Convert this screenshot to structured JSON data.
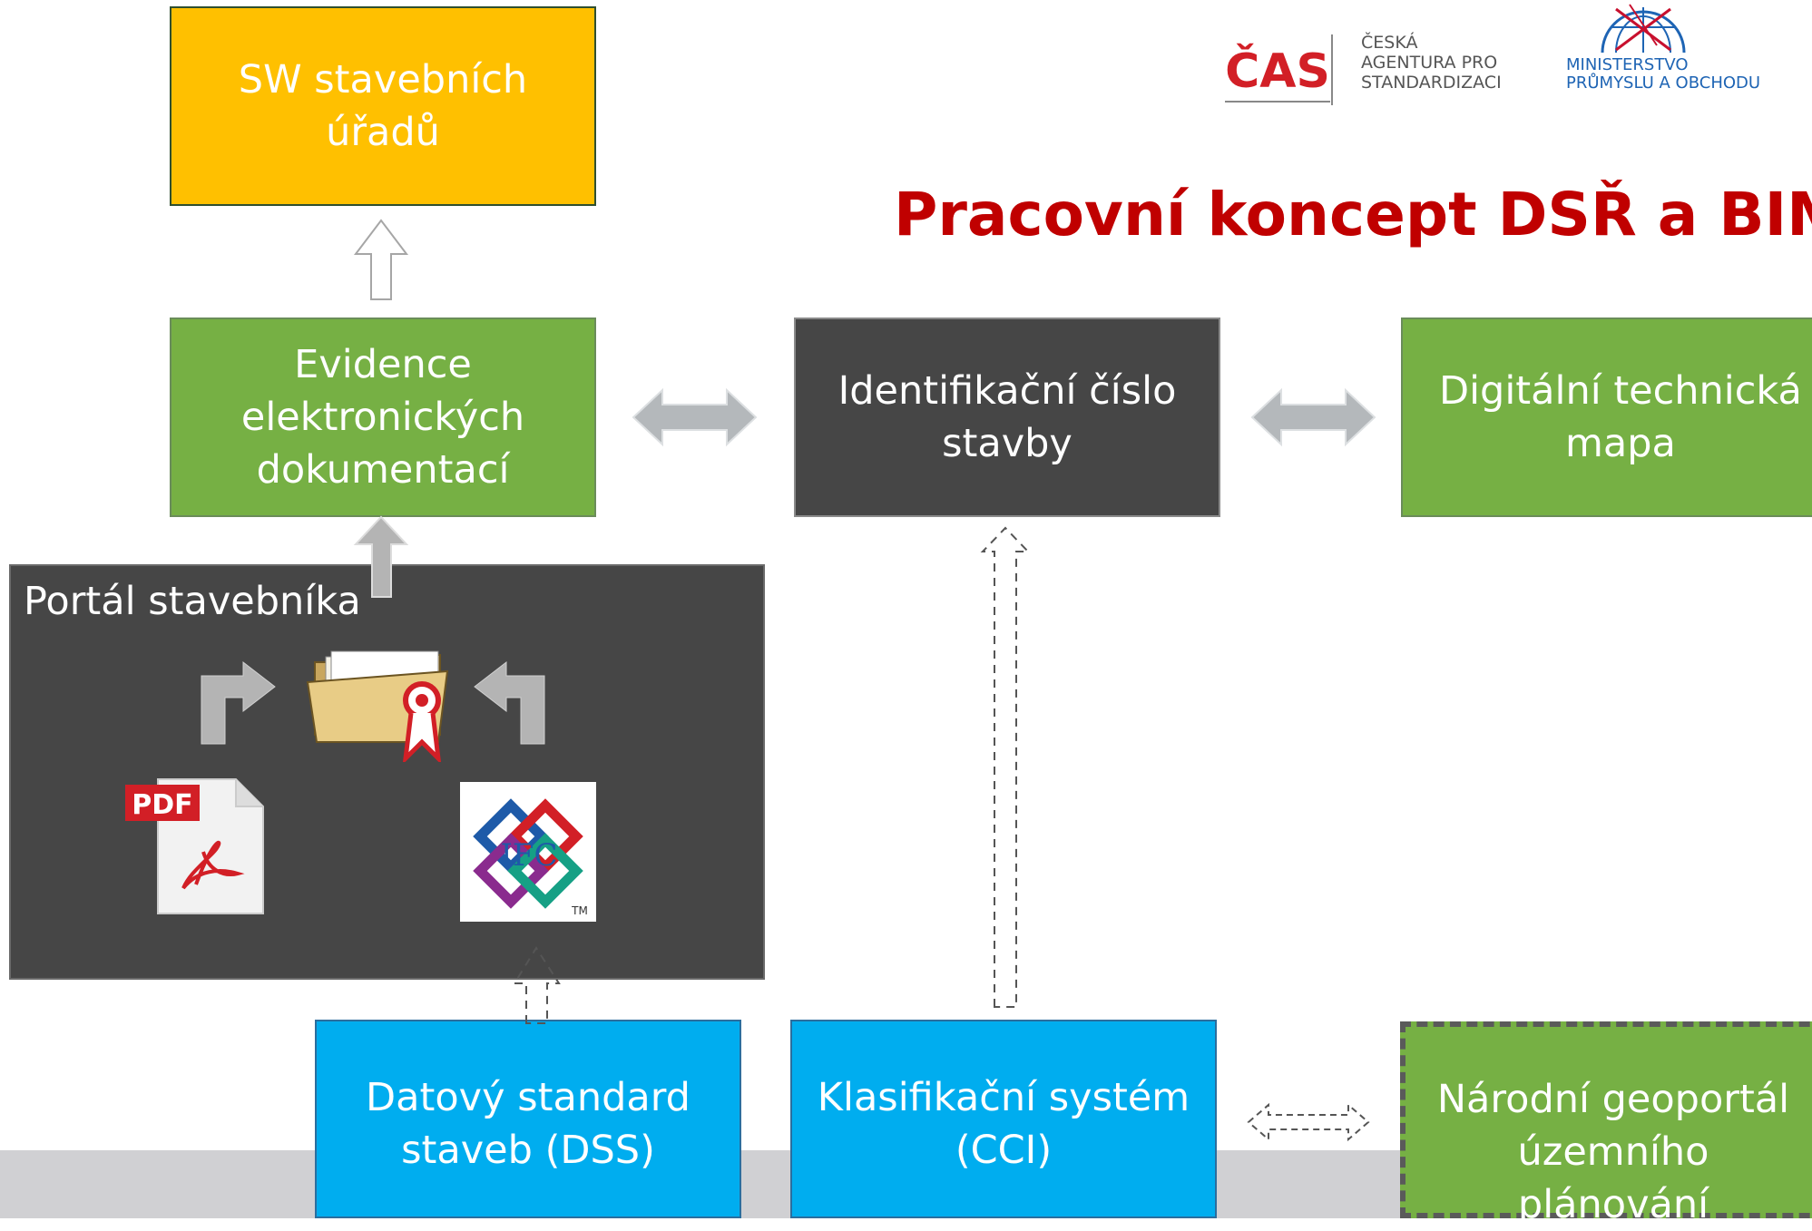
{
  "title": "Pracovní koncept DSŘ a BIM:",
  "boxes": {
    "sw_uradu": "SW stavebních\núřadů",
    "evidence": "Evidence\nelektronických\ndokumentací",
    "identifikacni": "Identifikační číslo\nstavby",
    "dtm": "Digitální technická\nmapa",
    "portal": "Portál stavebníka",
    "dss": "Datový standard\nstaveb (DSS)",
    "cci": "Klasifikační systém\n(CCI)",
    "geoportal": "Národní geoportál\núzemního plánování"
  },
  "logos": {
    "cas_mark": "ČAS",
    "cas_text": "ČESKÁ\nAGENTURA PRO\nSTANDARDIZACI",
    "mpo_text": "MINISTERSTVO\nPRŮMYSLU A OBCHODU"
  },
  "icons": {
    "pdf_label": "PDF",
    "ifc_label": "IFC",
    "tm_label": "TM"
  },
  "colors": {
    "title": "#c00000",
    "yellow": "#ffc000",
    "green": "#76b044",
    "dark": "#464646",
    "blue": "#00adef"
  }
}
